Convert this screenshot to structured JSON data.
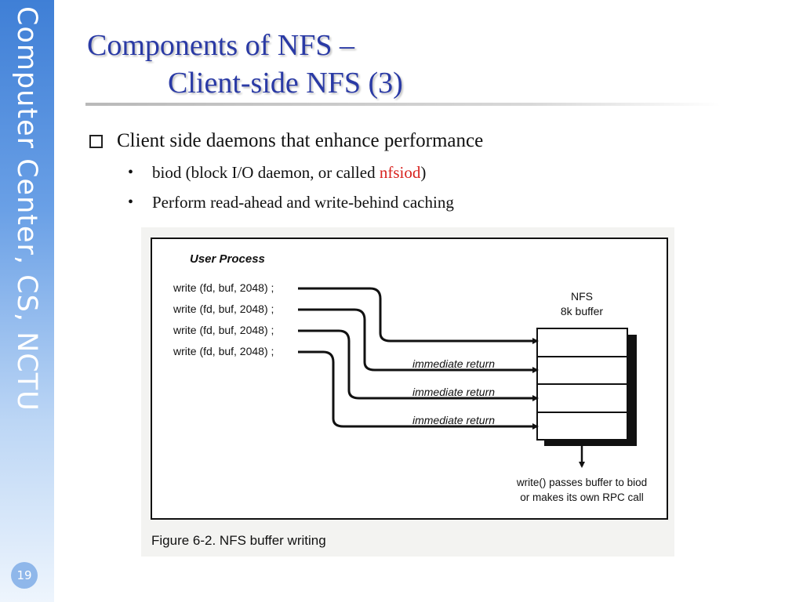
{
  "sidebar": {
    "text": "Computer Center, CS, NCTU",
    "page_number": "19"
  },
  "title": {
    "line1": "Components of NFS –",
    "line2": "Client-side NFS (3)"
  },
  "bullets": {
    "main": "Client side daemons that enhance performance",
    "sub1_prefix": "biod (block I/O daemon, or called ",
    "sub1_highlight": "nfsiod",
    "sub1_suffix": ")",
    "sub2": "Perform read-ahead and write-behind caching"
  },
  "figure": {
    "process_label": "User Process",
    "writes": [
      "write (fd,  buf, 2048) ;",
      "write (fd,  buf, 2048) ;",
      "write (fd,  buf, 2048) ;",
      "write (fd,  buf, 2048) ;"
    ],
    "buffer_line1": "NFS",
    "buffer_line2": "8k buffer",
    "returns": [
      "immediate return",
      "immediate return",
      "immediate return"
    ],
    "note_line1": "write() passes buffer to biod",
    "note_line2": "or makes its own RPC call",
    "caption": "Figure 6-2.  NFS buffer writing"
  }
}
